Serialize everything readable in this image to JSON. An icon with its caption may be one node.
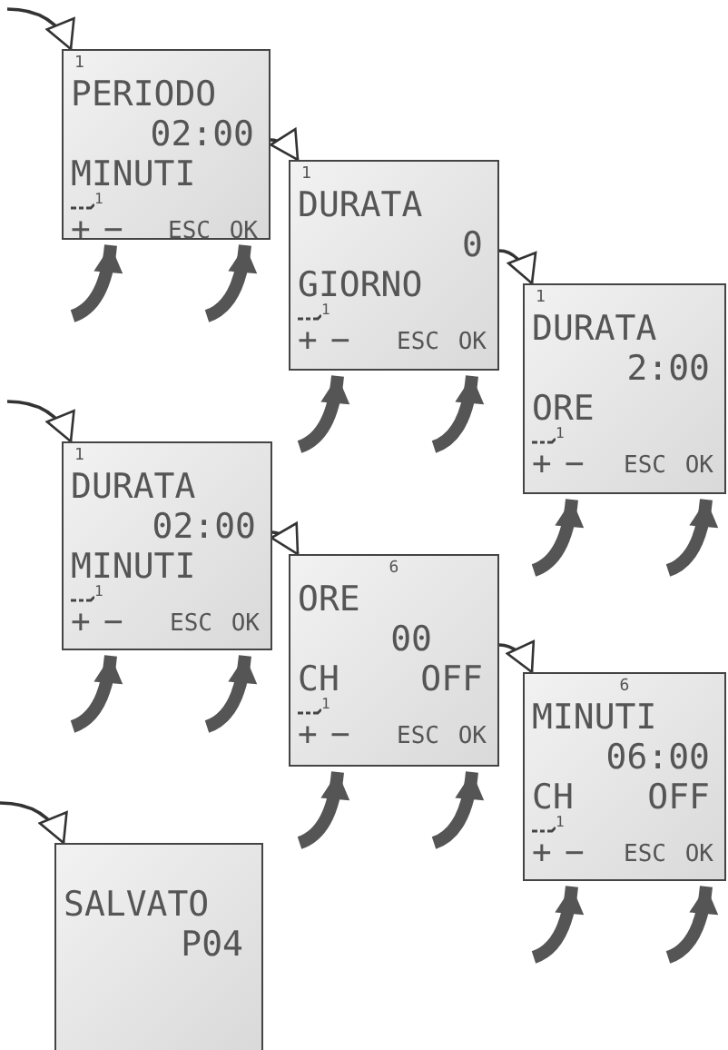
{
  "diagram": {
    "nodes": [
      {
        "text": [
          "1",
          "PERIODO",
          "02:00",
          "MINUTI",
          "1",
          "+",
          "−",
          "ESC",
          "OK"
        ]
      },
      {
        "text": [
          "1",
          "DURATA",
          "0",
          "GIORNO",
          "1",
          "+",
          "−",
          "ESC",
          "OK"
        ]
      },
      {
        "text": [
          "1",
          "DURATA",
          "2:00",
          "ORE",
          "1",
          "+",
          "−",
          "ESC",
          "OK"
        ]
      },
      {
        "text": [
          "1",
          "DURATA",
          "02:00",
          "MINUTI",
          "1",
          "+",
          "−",
          "ESC",
          "OK"
        ]
      },
      {
        "text": [
          "6",
          "ORE",
          "00",
          "CH",
          "OFF",
          "1",
          "+",
          "−",
          "ESC",
          "OK"
        ]
      },
      {
        "text": [
          "6",
          "MINUTI",
          "06:00",
          "CH",
          "OFF",
          "1",
          "+",
          "−",
          "ESC",
          "OK"
        ]
      },
      {
        "text": [
          "SALVATO",
          "P04"
        ]
      }
    ],
    "edges": [
      {
        "from": null,
        "to": 0,
        "arrow": "to",
        "color": "#333333"
      },
      {
        "from": 0,
        "to": 1,
        "arrow": "to",
        "color": "#333333"
      },
      {
        "from": 1,
        "to": 2,
        "arrow": "to",
        "color": "#333333"
      },
      {
        "from": null,
        "to": 0,
        "arrow": "to"
      },
      {
        "from": null,
        "to": 0,
        "arrow": "to"
      },
      {
        "from": null,
        "to": 1,
        "arrow": "to"
      },
      {
        "from": null,
        "to": 1,
        "arrow": "to"
      },
      {
        "from": null,
        "to": 2,
        "arrow": "to"
      },
      {
        "from": null,
        "to": 2,
        "arrow": "to"
      },
      {
        "from": null,
        "to": 3,
        "arrow": "to",
        "color": "#333333"
      },
      {
        "from": 3,
        "to": 4,
        "arrow": "to",
        "color": "#333333"
      },
      {
        "from": 4,
        "to": 5,
        "arrow": "to",
        "color": "#333333"
      },
      {
        "from": null,
        "to": 3,
        "arrow": "to"
      },
      {
        "from": null,
        "to": 3,
        "arrow": "to"
      },
      {
        "from": null,
        "to": 4,
        "arrow": "to"
      },
      {
        "from": null,
        "to": 4,
        "arrow": "to"
      },
      {
        "from": null,
        "to": 5,
        "arrow": "to"
      },
      {
        "from": null,
        "to": 5,
        "arrow": "to"
      },
      {
        "from": null,
        "to": 6,
        "arrow": "to",
        "color": "#333333"
      }
    ]
  }
}
